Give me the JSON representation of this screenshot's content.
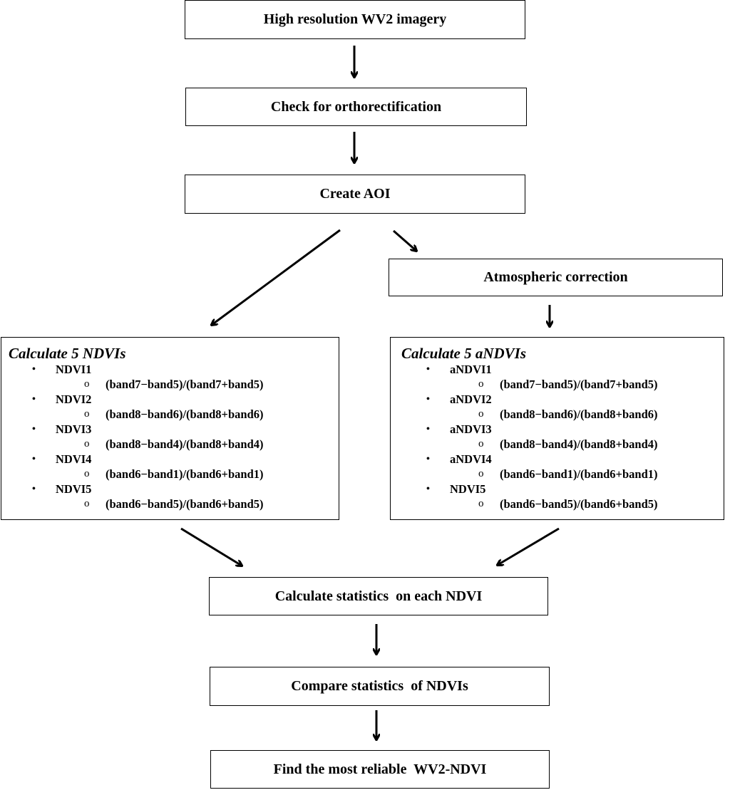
{
  "boxes": {
    "imagery": "High resolution WV2 imagery",
    "ortho": "Check for orthorectification",
    "aoi": "Create AOI",
    "atmos": "Atmospheric correction",
    "stats": "Calculate statistics  on each NDVI",
    "compare": "Compare statistics  of NDVIs",
    "find": "Find the most reliable  WV2-NDVI"
  },
  "left_panel": {
    "title": "Calculate 5 NDVIs",
    "items": [
      {
        "name": "NDVI1",
        "formula": "(band7−band5)/(band7+band5)"
      },
      {
        "name": "NDVI2",
        "formula": "(band8−band6)/(band8+band6)"
      },
      {
        "name": "NDVI3",
        "formula": "(band8−band4)/(band8+band4)"
      },
      {
        "name": "NDVI4",
        "formula": "(band6−band1)/(band6+band1)"
      },
      {
        "name": "NDVI5",
        "formula": "(band6−band5)/(band6+band5)"
      }
    ]
  },
  "right_panel": {
    "title": "Calculate 5 aNDVIs",
    "items": [
      {
        "name": "aNDVI1",
        "formula": "(band7−band5)/(band7+band5)"
      },
      {
        "name": "aNDVI2",
        "formula": "(band8−band6)/(band8+band6)"
      },
      {
        "name": "aNDVI3",
        "formula": "(band8−band4)/(band8+band4)"
      },
      {
        "name": "aNDVI4",
        "formula": "(band6−band1)/(band6+band1)"
      },
      {
        "name": "NDVI5",
        "formula": "(band6−band5)/(band6+band5)"
      }
    ]
  },
  "symbols": {
    "bullet": "•",
    "sub_bullet": "o"
  }
}
